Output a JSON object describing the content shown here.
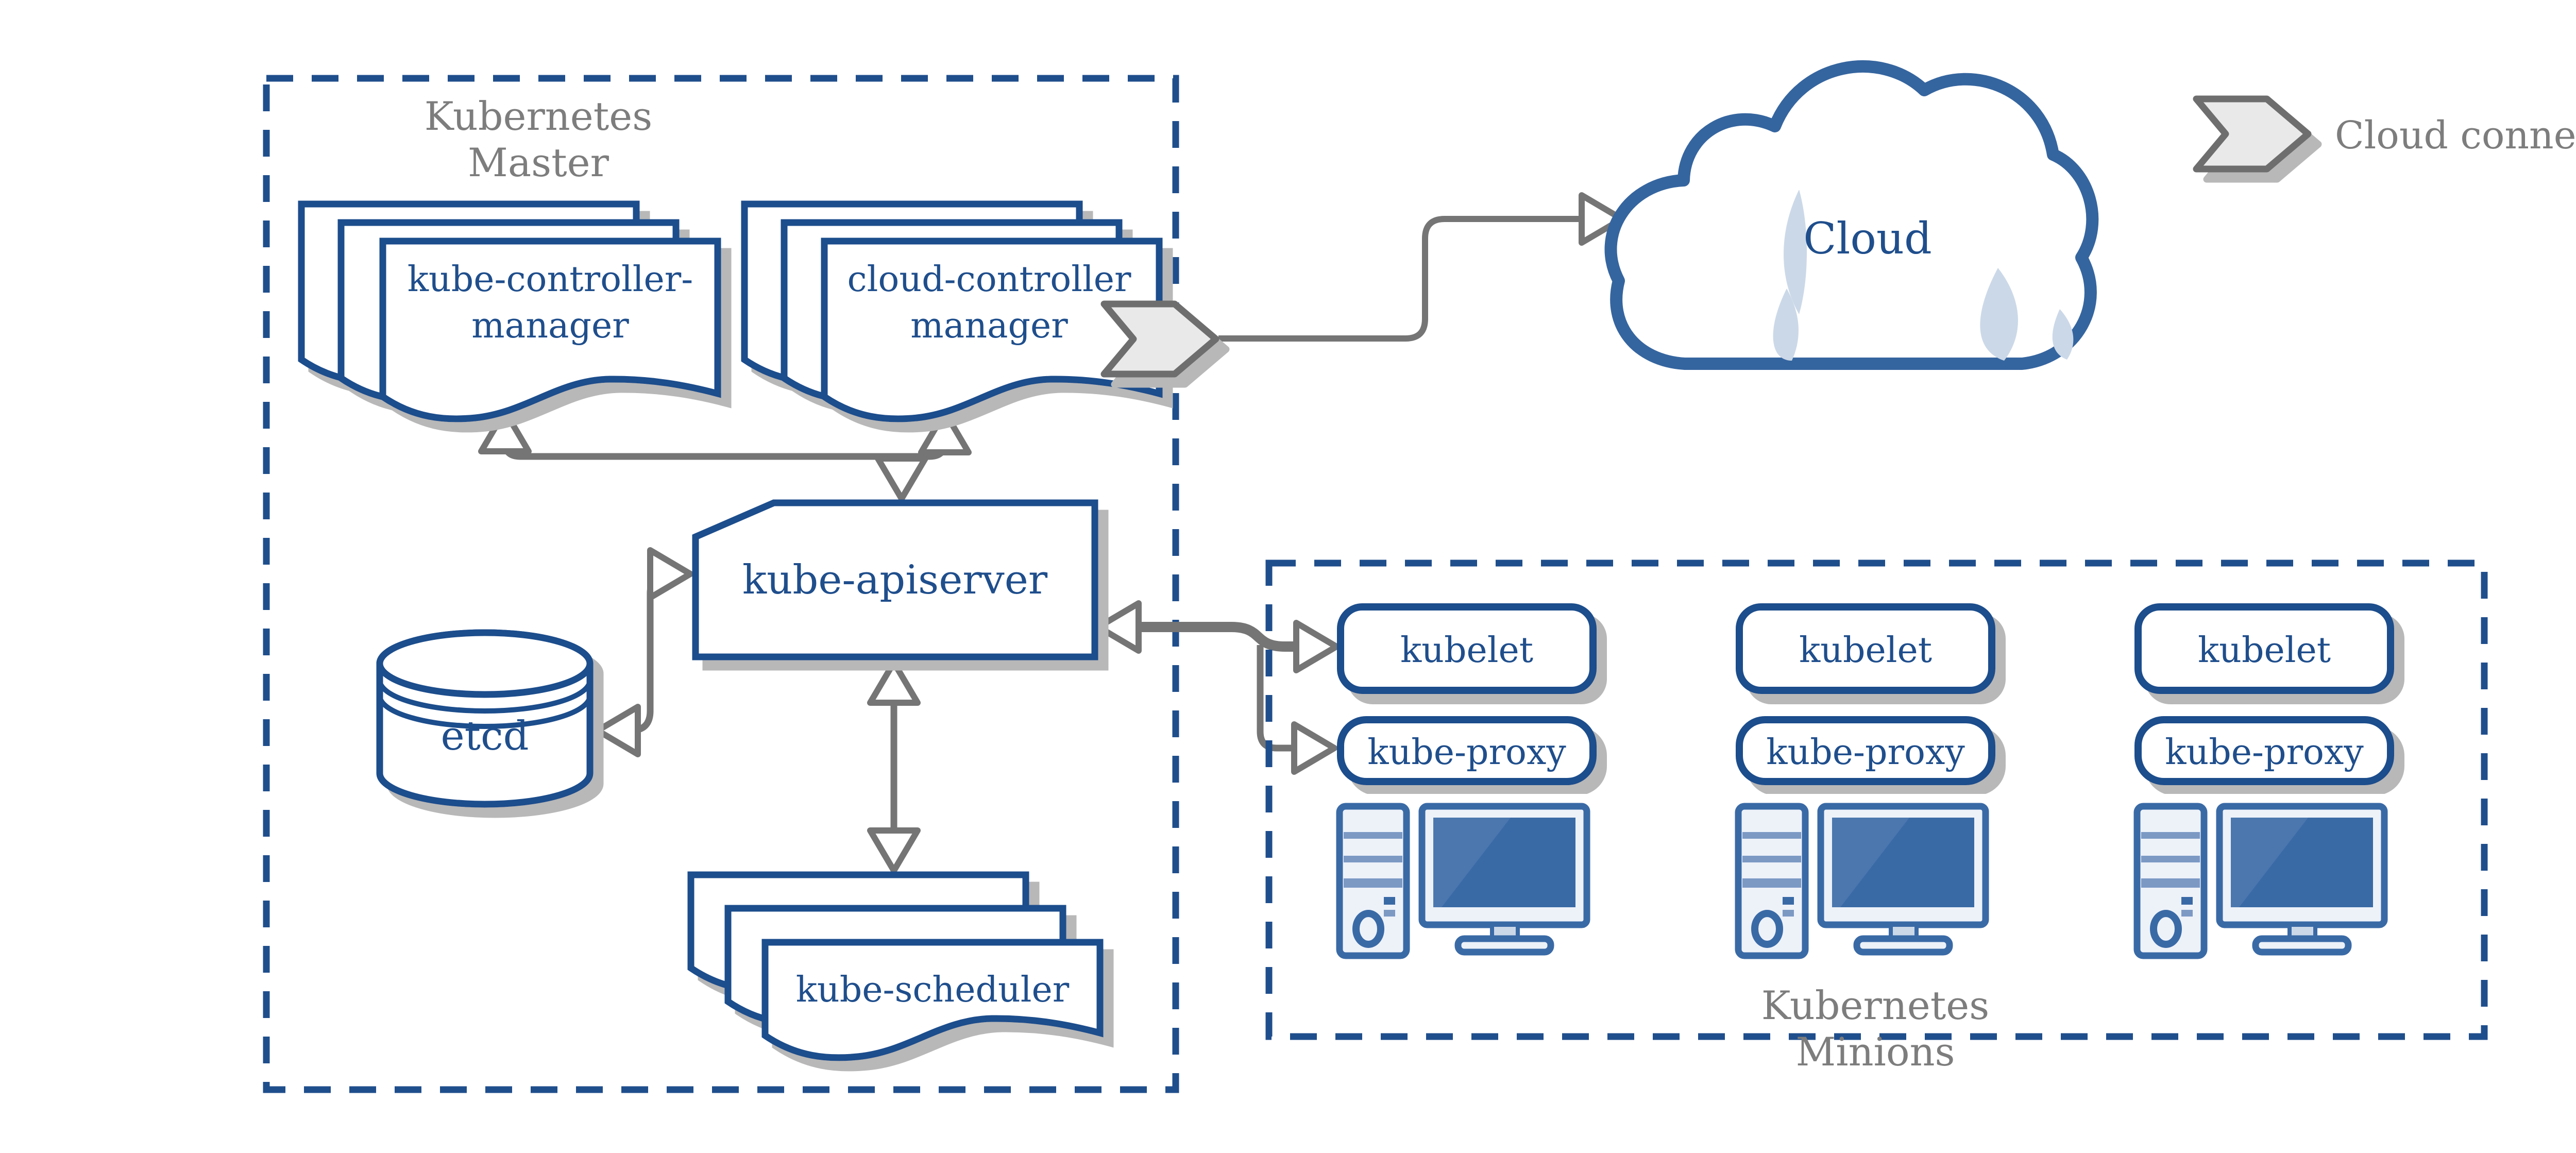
{
  "diagram": {
    "master": {
      "title_line1": "Kubernetes",
      "title_line2": "Master",
      "kube_controller_manager": {
        "line1": "kube-controller-",
        "line2": "manager"
      },
      "cloud_controller_manager": {
        "line1": "cloud-controller",
        "line2": "manager"
      },
      "kube_apiserver": {
        "label": "kube-apiserver"
      },
      "etcd": {
        "label": "etcd"
      },
      "kube_scheduler": {
        "label": "kube-scheduler"
      }
    },
    "cloud": {
      "label": "Cloud"
    },
    "legend": {
      "label": "Cloud connector"
    },
    "minions": {
      "title_line1": "Kubernetes",
      "title_line2": "Minions",
      "nodes": [
        {
          "kubelet": "kubelet",
          "kube_proxy": "kube-proxy"
        },
        {
          "kubelet": "kubelet",
          "kube_proxy": "kube-proxy"
        },
        {
          "kubelet": "kubelet",
          "kube_proxy": "kube-proxy"
        }
      ]
    },
    "colors": {
      "accent_blue": "#1F4E8C",
      "cloud_blue": "#35659F",
      "icon_blue": "#3A6AA6",
      "icon_fill": "#EDF2F9",
      "light_blue": "#CBD8E8",
      "arrow_gray": "#757575",
      "label_gray": "#7D7D7D",
      "shadow_gray": "#B8B8B8"
    }
  }
}
